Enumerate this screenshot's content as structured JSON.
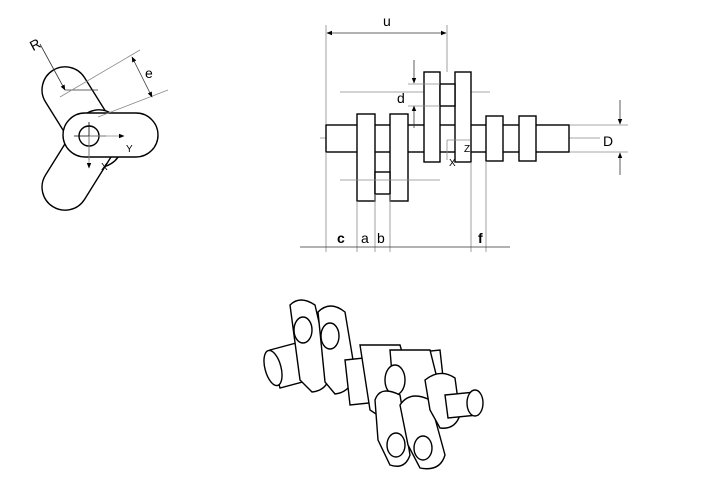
{
  "side_view": {
    "label_R": "R",
    "label_e": "e",
    "axis_y": "Y",
    "axis_x": "X"
  },
  "front_view": {
    "label_u": "u",
    "label_d": "d",
    "label_D": "D",
    "label_c": "c",
    "label_a": "a",
    "label_b": "b",
    "label_f": "f",
    "axis_z": "Z",
    "axis_x": "X"
  },
  "colors": {
    "line": "#000000",
    "dimension": "#333333",
    "construction": "#8a8a8a",
    "background": "#ffffff"
  }
}
